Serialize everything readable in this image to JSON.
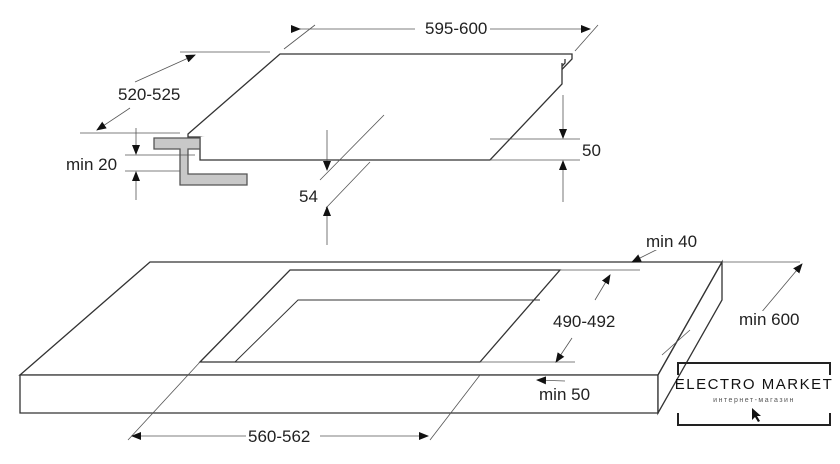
{
  "hob": {
    "width_label": "595-600",
    "depth_label": "520-525",
    "worktop_thickness_label": "min 20",
    "total_height_label": "54",
    "body_height_label": "50"
  },
  "cutout": {
    "width_label": "560-562",
    "depth_label": "490-492",
    "rear_clearance_label": "min 40",
    "front_clearance_label": "min 50",
    "worktop_depth_label": "min 600"
  },
  "logo": {
    "title": "ELECTRO MARKET",
    "subtitle": "интернет-магазин"
  },
  "colors": {
    "line": "#333333",
    "bracket": "#c8c8c8"
  }
}
